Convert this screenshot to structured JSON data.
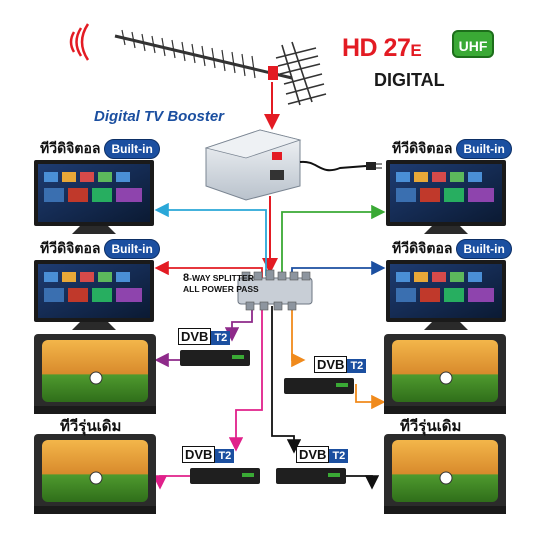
{
  "header": {
    "hd_text": "HD 27",
    "hd_suffix": "E",
    "uhf_badge": "UHF",
    "digital": "DIGITAL"
  },
  "booster": {
    "label": "Digital TV Booster"
  },
  "splitter": {
    "line1_num": "8",
    "line1_text": "-WAY SPLITTER",
    "line2": "ALL POWER PASS"
  },
  "smart_tvs": [
    {
      "thai": "ทีวีดิจิตอล",
      "badge": "Built-in"
    },
    {
      "thai": "ทีวีดิจิตอล",
      "badge": "Built-in"
    },
    {
      "thai": "ทีวีดิจิตอล",
      "badge": "Built-in"
    },
    {
      "thai": "ทีวีดิจิตอล",
      "badge": "Built-in"
    }
  ],
  "old_tvs": [
    {
      "label": "ทีวีรุ่นเดิม"
    },
    {
      "label": "ทีวีรุ่นเดิม"
    }
  ],
  "set_top_boxes": [
    {
      "brand": "DVB",
      "suffix": "T2"
    },
    {
      "brand": "DVB",
      "suffix": "T2"
    },
    {
      "brand": "DVB",
      "suffix": "T2"
    },
    {
      "brand": "DVB",
      "suffix": "T2"
    }
  ],
  "colors": {
    "red": "#e31b23",
    "cyan": "#2aa7d8",
    "green": "#3aa935",
    "orange": "#f08a1c",
    "blue": "#1b4fa0",
    "purple": "#8e2a8a",
    "magenta": "#e0208a",
    "black": "#111111"
  }
}
